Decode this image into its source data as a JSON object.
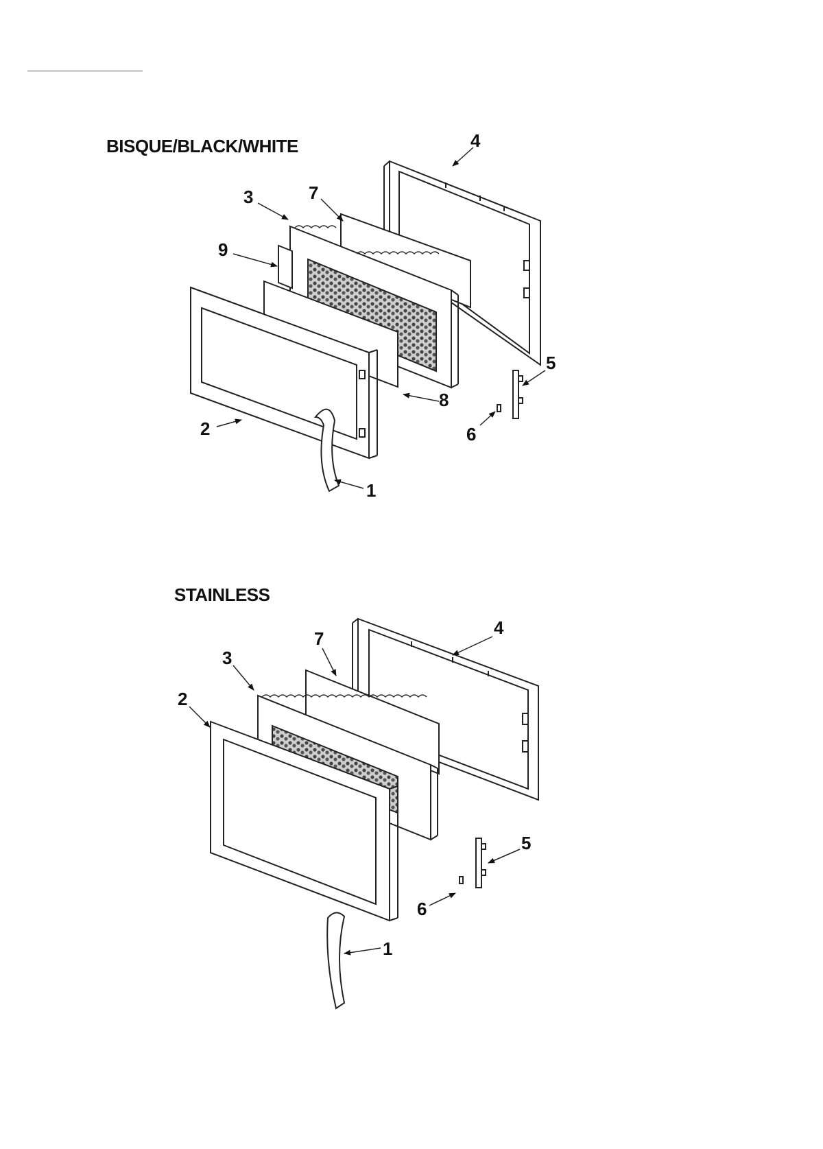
{
  "sections": [
    {
      "title": "BISQUE/BLACK/WHITE",
      "callouts": [
        "1",
        "2",
        "3",
        "4",
        "5",
        "6",
        "7",
        "8",
        "9"
      ]
    },
    {
      "title": "STAINLESS",
      "callouts": [
        "1",
        "2",
        "3",
        "4",
        "5",
        "6",
        "7"
      ]
    }
  ]
}
